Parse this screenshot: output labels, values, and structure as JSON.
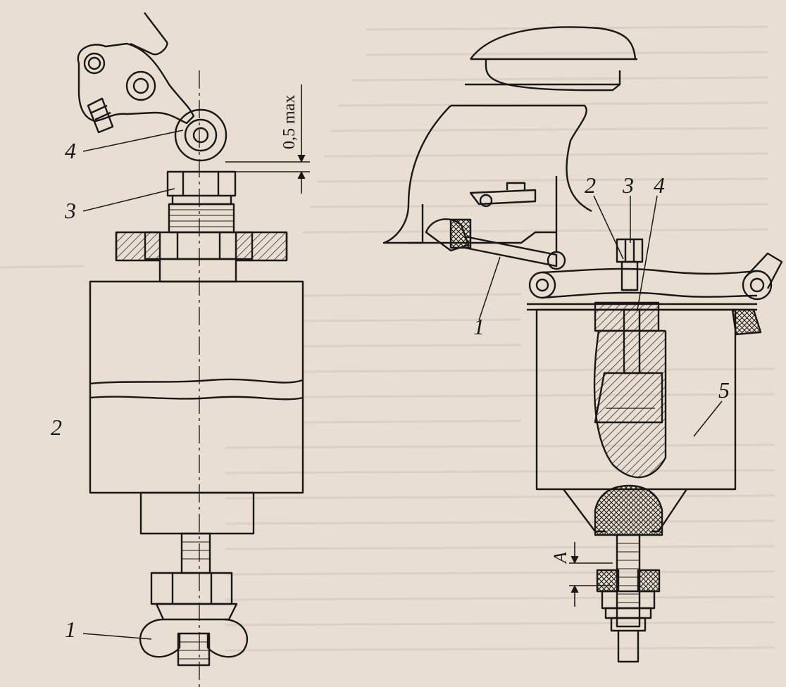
{
  "colors": {
    "paper": "#e8dfd2",
    "ink": "#1a1816",
    "bleed_text": "#bdb2a4"
  },
  "left_figure": {
    "labels": {
      "part_1": "1",
      "part_2": "2",
      "part_3": "3",
      "part_4": "4"
    },
    "dimension": "0,5 max"
  },
  "right_figure": {
    "labels": {
      "part_1": "1",
      "part_2": "2",
      "part_3": "3",
      "part_4": "4",
      "part_5": "5"
    },
    "dimension": "A"
  }
}
